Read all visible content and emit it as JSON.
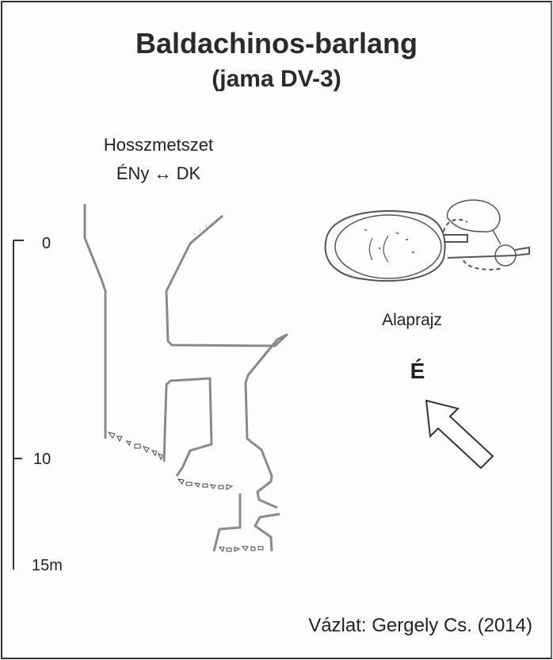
{
  "title": "Baldachinos-barlang",
  "subtitle": "(jama DV-3)",
  "section": {
    "title": "Hosszmetszet",
    "direction": "ÉNy ↔ DK"
  },
  "plan": {
    "label": "Alaprajz",
    "north_label": "É"
  },
  "scale": {
    "ticks": [
      "0",
      "10",
      "15m"
    ]
  },
  "credit": "Vázlat: Gergely Cs. (2014)"
}
